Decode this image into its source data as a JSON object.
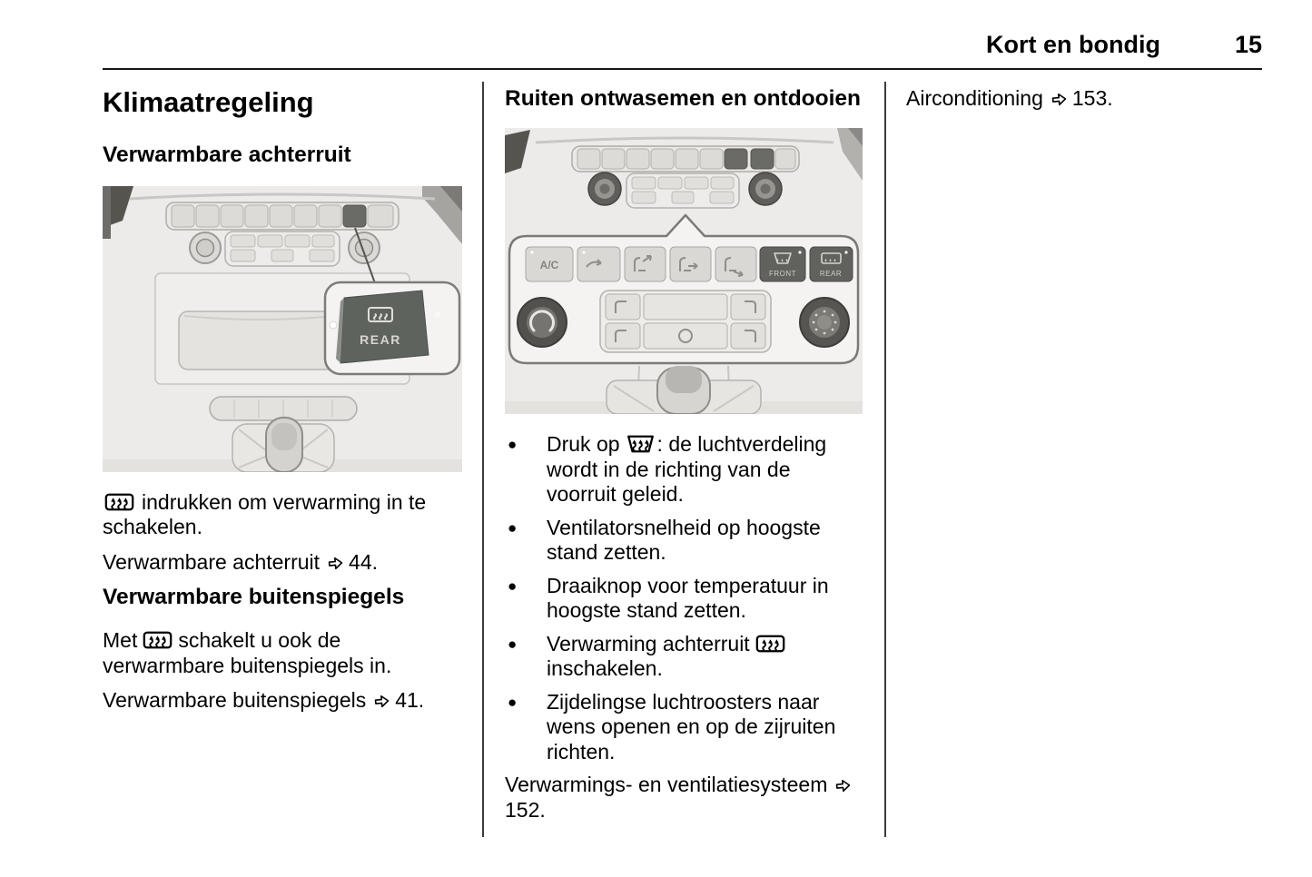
{
  "header": {
    "title": "Kort en bondig",
    "page_number": "15"
  },
  "left_column": {
    "title": "Klimaatregeling",
    "heated_rear_window": {
      "heading": "Verwarmbare achterruit",
      "figure": {
        "callout_button_label": "REAR"
      },
      "instruction_icon": "rear-window-heat-icon",
      "instruction_after_icon": "indrukken om verwarming in te schakelen.",
      "reference_label": "Verwarmbare achterruit",
      "reference_icon": "page-ref-arrow-icon",
      "reference_page": "44."
    },
    "heated_mirrors": {
      "heading": "Verwarmbare buitenspiegels",
      "body_before_icon": "Met",
      "body_icon": "rear-window-heat-icon",
      "body_after_icon": "schakelt u ook de verwarmbare buitenspiegels in.",
      "reference_label": "Verwarmbare buitenspiegels",
      "reference_icon": "page-ref-arrow-icon",
      "reference_page": "41."
    }
  },
  "middle_column": {
    "heading": "Ruiten ontwasemen en ontdooien",
    "figure": {
      "ac_button_label": "A/C",
      "front_button_label": "FRONT",
      "rear_button_label": "REAR"
    },
    "bullets": [
      {
        "before_icon": "Druk op",
        "icon": "windshield-defrost-icon",
        "after_icon": ": de luchtverdeling wordt in de richting van de voorruit geleid."
      },
      {
        "text": "Ventilatorsnelheid op hoogste stand zetten."
      },
      {
        "text": "Draaiknop voor temperatuur in hoogste stand zetten."
      },
      {
        "before_icon": "Verwarming achterruit",
        "icon": "rear-window-heat-icon",
        "after_icon": "inschakelen."
      },
      {
        "text": "Zijdelingse luchtroosters naar wens openen en op de zijruiten richten."
      }
    ],
    "reference_label": "Verwarmings- en ventilatiesysteem",
    "reference_icon": "page-ref-arrow-icon",
    "reference_page": "152."
  },
  "right_column": {
    "reference_label": "Airconditioning",
    "reference_icon": "page-ref-arrow-icon",
    "reference_page": "153."
  }
}
